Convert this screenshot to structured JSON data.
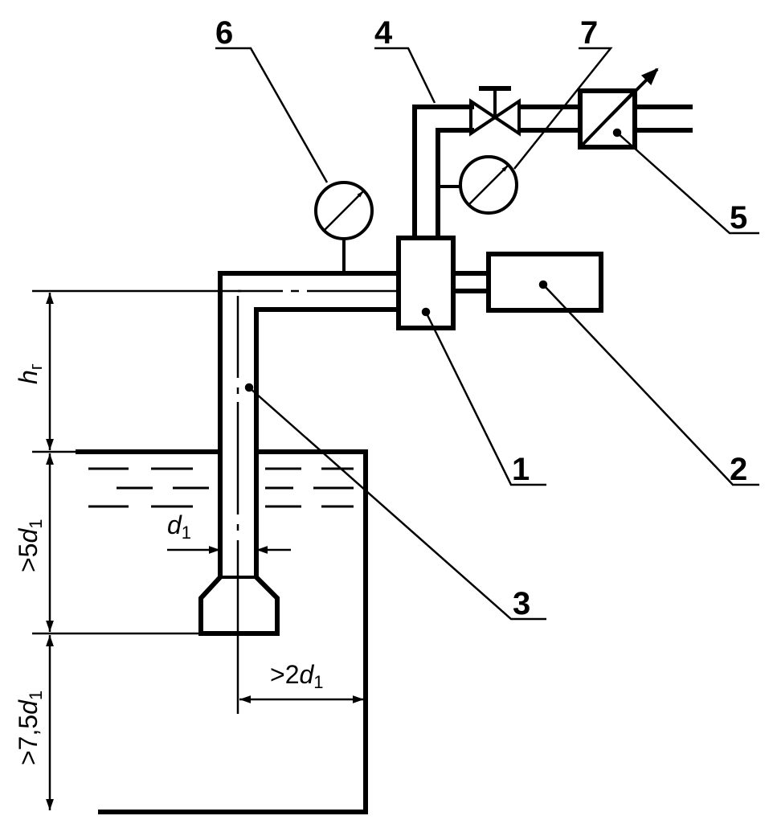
{
  "callouts": [
    "1",
    "2",
    "3",
    "4",
    "5",
    "6",
    "7"
  ],
  "dimensions": {
    "h": "h",
    "h_sub": "г",
    "depth_5d": ">5",
    "depth_75d": ">7,5",
    "side_2d": ">2",
    "d_label": "d",
    "d_sub": "1"
  },
  "colors": {
    "ink": "#000000",
    "background": "#ffffff"
  }
}
